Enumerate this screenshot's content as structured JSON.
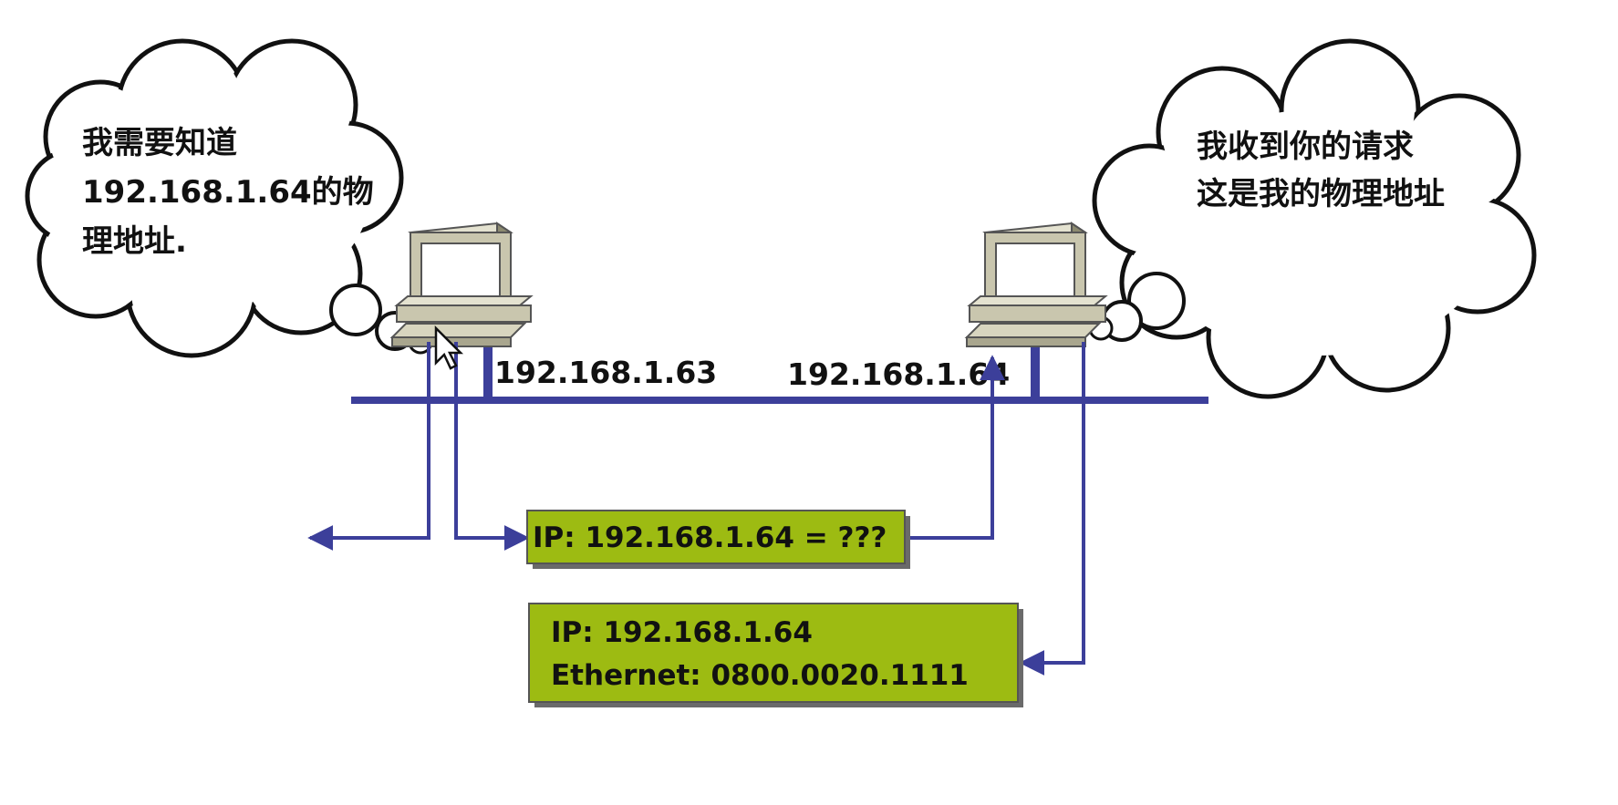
{
  "left_host": {
    "ip": "192.168.1.63",
    "thought_lines": [
      "我需要知道",
      "192.168.1.64的物",
      "理地址."
    ]
  },
  "right_host": {
    "ip": "192.168.1.64",
    "thought_lines": [
      "我收到你的请求",
      "这是我的物理地址"
    ]
  },
  "arp_request": {
    "text": "IP:  192.168.1.64  = ???"
  },
  "arp_reply": {
    "line1": "IP:  192.168.1.64",
    "line2": "Ethernet:  0800.0020.1111"
  },
  "colors": {
    "network_line": "#3c3f9a",
    "packet_fill": "#9dbb12",
    "cloud_stroke": "#111111",
    "computer_body": "#c9c6ae"
  }
}
